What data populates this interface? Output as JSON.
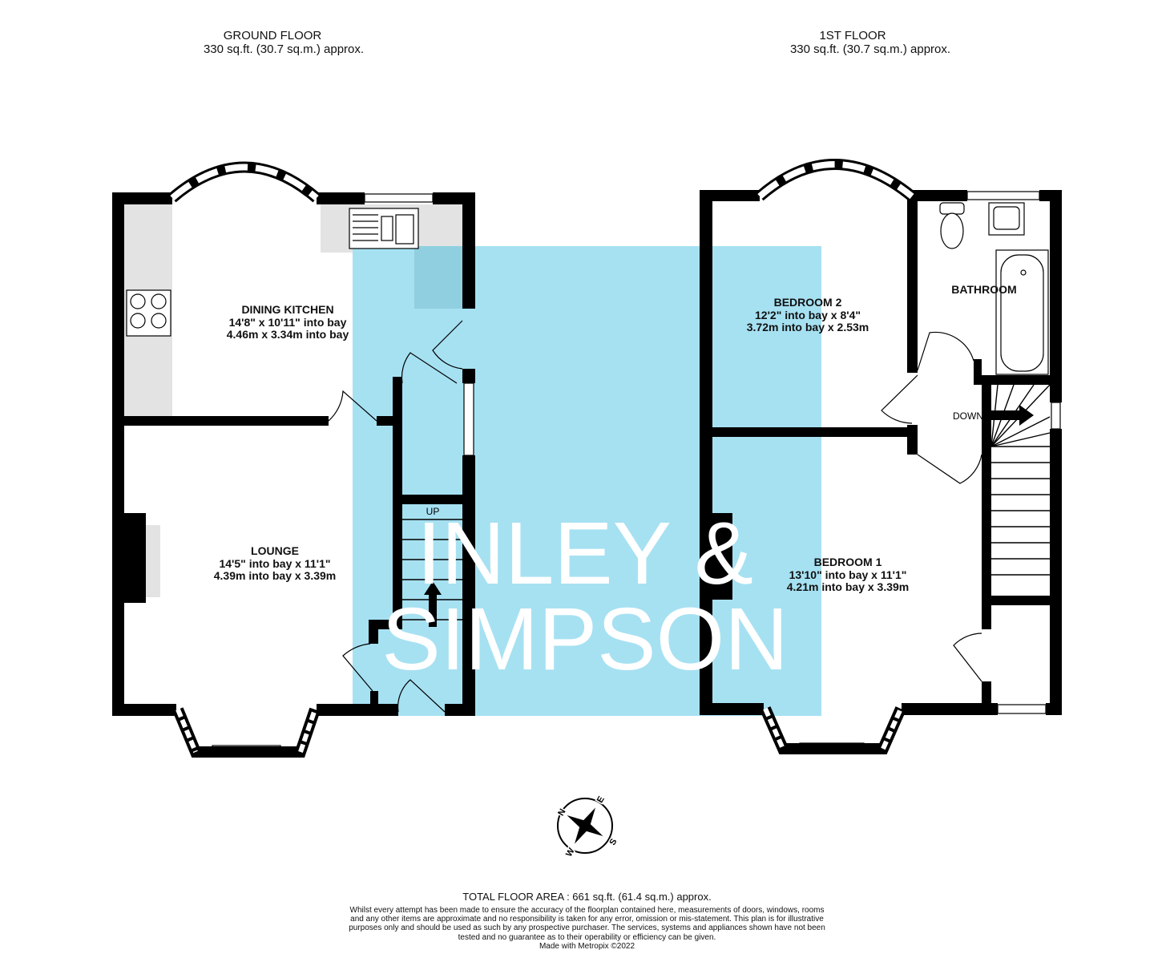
{
  "ground_floor": {
    "title": "GROUND FLOOR",
    "area": "330 sq.ft. (30.7 sq.m.) approx."
  },
  "first_floor": {
    "title": "1ST FLOOR",
    "area": "330 sq.ft. (30.7 sq.m.) approx."
  },
  "rooms": {
    "dining_kitchen": {
      "name": "DINING KITCHEN",
      "imperial": "14'8\"  x 10'11\" into bay",
      "metric": "4.46m  x 3.34m into bay"
    },
    "lounge": {
      "name": "LOUNGE",
      "imperial": "14'5\" into bay x 11'1\"",
      "metric": "4.39m into bay x 3.39m"
    },
    "bedroom2": {
      "name": "BEDROOM 2",
      "imperial": "12'2\" into bay x 8'4\"",
      "metric": "3.72m into bay x 2.53m"
    },
    "bathroom": {
      "name": "BATHROOM"
    },
    "bedroom1": {
      "name": "BEDROOM 1",
      "imperial": "13'10\" into bay x 11'1\"",
      "metric": "4.21m into bay x 3.39m"
    }
  },
  "stairs": {
    "up_label": "UP",
    "down_label": "DOWN"
  },
  "watermark": {
    "line1": "INLEY &",
    "line2": "SIMPSON",
    "color": "#a6e1f2"
  },
  "compass": {
    "n": "N",
    "e": "E",
    "s": "S",
    "w": "W"
  },
  "footer": {
    "total_area": "TOTAL FLOOR AREA : 661 sq.ft. (61.4 sq.m.) approx.",
    "disclaimer": "Whilst every attempt has been made to ensure the accuracy of the floorplan contained here, measurements of doors, windows, rooms and any other items are approximate and no responsibility is taken for any error, omission or mis-statement. This plan is for illustrative purposes only and should be used as such by any prospective purchaser. The services, systems and appliances shown have not been tested and no guarantee as to their operability or efficiency can be given.",
    "credit": "Made with Metropix ©2022"
  }
}
